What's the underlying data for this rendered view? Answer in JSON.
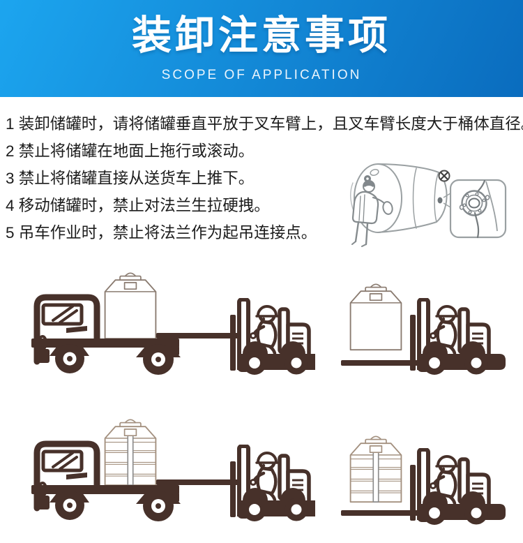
{
  "header": {
    "title": "装卸注意事项",
    "subtitle": "SCOPE OF APPLICATION"
  },
  "notes": {
    "items": [
      "1 装卸储罐时，请将储罐垂直平放于叉车臂上，且叉车臂长度大于桶体直径。",
      "2 禁止将储罐在地面上拖行或滚动。",
      "3 禁止将储罐直接从送货车上推下。",
      "4 移动储罐时，禁止对法兰生拉硬拽。",
      "5 吊车作业时，禁止将法兰作为起吊连接点。"
    ]
  },
  "icons": {
    "prohibition_mark": "✕"
  },
  "colors": {
    "banner_gradient_start": "#1ca5ef",
    "banner_gradient_end": "#0a6cbe",
    "illustration_ink": "#47312a",
    "sketch_gray": "#9aa0a2",
    "person_gray": "#858b8e",
    "tank_outline": "#8a7b70",
    "ribbed_outline": "#a3907f",
    "pipe_gray": "#8d8d8d",
    "text": "#1c1c1c"
  }
}
